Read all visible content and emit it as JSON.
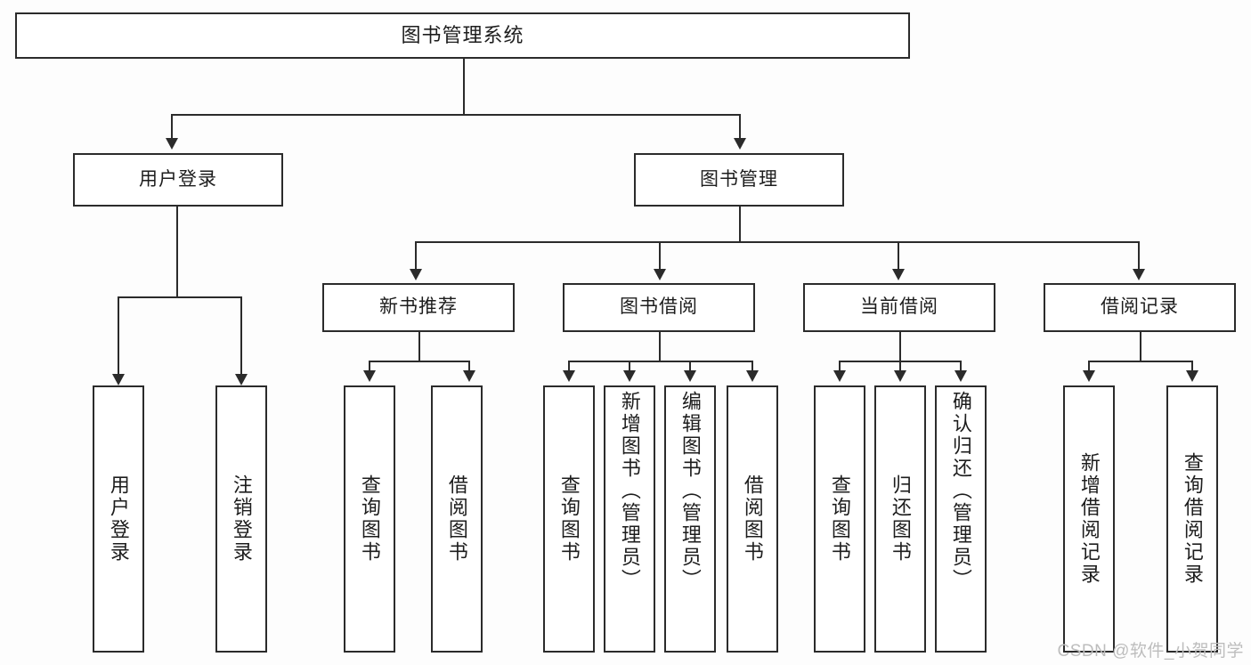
{
  "diagram": {
    "type": "tree-hierarchy",
    "title": "图书管理系统",
    "watermark": "CSDN @软件_小贺同学",
    "colors": {
      "border": "#2b2b2b",
      "background": "#fdfdfd",
      "node_fill": "#ffffff",
      "text": "#1d1d1d",
      "watermark": "#bdbdbd"
    },
    "root": {
      "label": "图书管理系统"
    },
    "level2": [
      {
        "id": "user-login",
        "label": "用户登录"
      },
      {
        "id": "book-manage",
        "label": "图书管理"
      }
    ],
    "level3": [
      {
        "id": "new-book-recommend",
        "label": "新书推荐",
        "parent": "book-manage"
      },
      {
        "id": "book-borrow",
        "label": "图书借阅",
        "parent": "book-manage"
      },
      {
        "id": "current-borrow",
        "label": "当前借阅",
        "parent": "book-manage"
      },
      {
        "id": "borrow-record",
        "label": "借阅记录",
        "parent": "book-manage"
      }
    ],
    "leaves": [
      {
        "id": "leaf-user-login",
        "label": "用户登录",
        "parent": "user-login"
      },
      {
        "id": "leaf-logout",
        "label": "注销登录",
        "parent": "user-login"
      },
      {
        "id": "leaf-query-book-1",
        "label": "查询图书",
        "parent": "new-book-recommend"
      },
      {
        "id": "leaf-borrow-book-1",
        "label": "借阅图书",
        "parent": "new-book-recommend"
      },
      {
        "id": "leaf-query-book-2",
        "label": "查询图书",
        "parent": "book-borrow"
      },
      {
        "id": "leaf-add-book",
        "label": "新增图书（管理员）",
        "parent": "book-borrow"
      },
      {
        "id": "leaf-edit-book",
        "label": "编辑图书（管理员）",
        "parent": "book-borrow"
      },
      {
        "id": "leaf-borrow-book-2",
        "label": "借阅图书",
        "parent": "book-borrow"
      },
      {
        "id": "leaf-query-book-3",
        "label": "查询图书",
        "parent": "current-borrow"
      },
      {
        "id": "leaf-return-book",
        "label": "归还图书",
        "parent": "current-borrow"
      },
      {
        "id": "leaf-confirm-return",
        "label": "确认归还（管理员）",
        "parent": "current-borrow"
      },
      {
        "id": "leaf-add-record",
        "label": "新增借阅记录",
        "parent": "borrow-record"
      },
      {
        "id": "leaf-query-record",
        "label": "查询借阅记录",
        "parent": "borrow-record"
      }
    ]
  }
}
